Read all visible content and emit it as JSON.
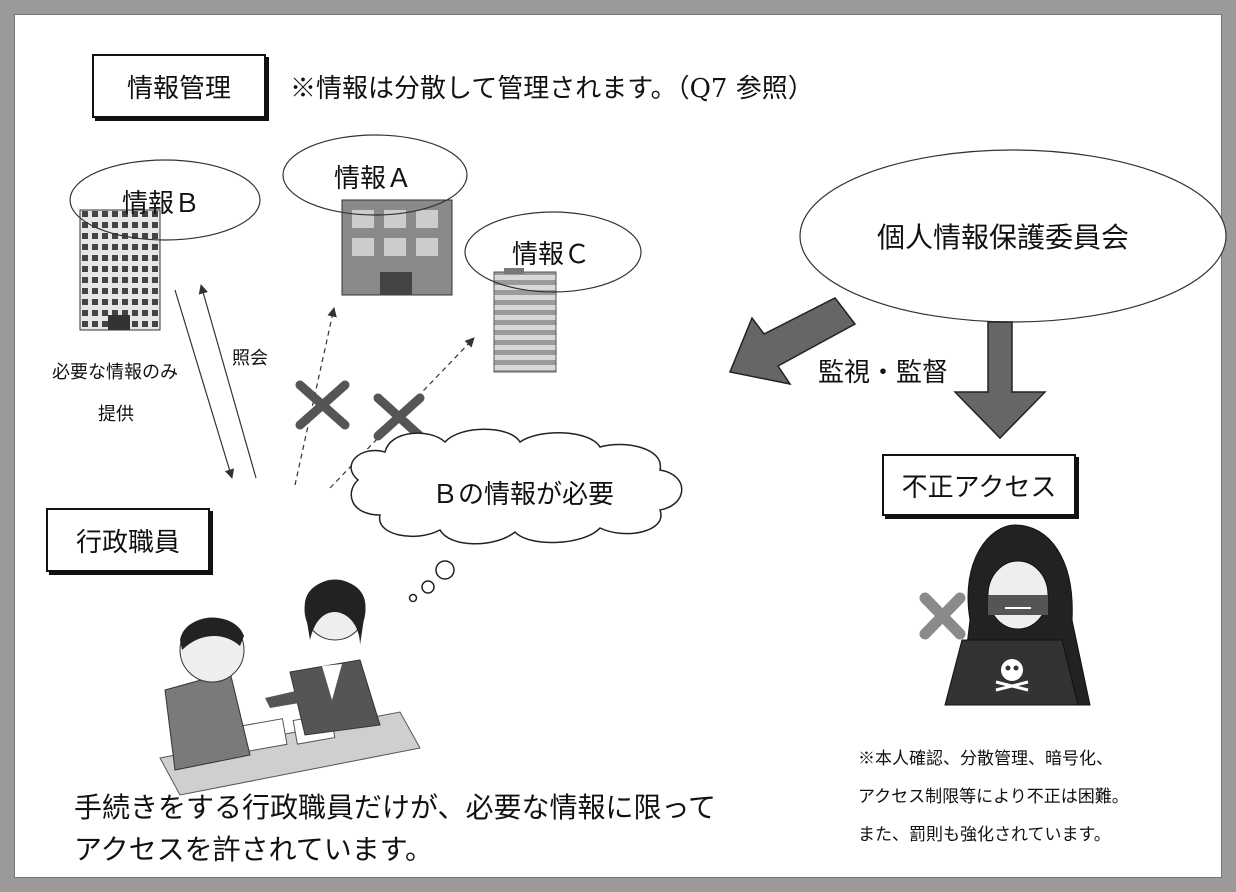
{
  "header": {
    "title_box": "情報管理",
    "note": "※情報は分散して管理されます。（Q7 参照）"
  },
  "info_nodes": {
    "b": "情報Ｂ",
    "a": "情報Ａ",
    "c": "情報Ｃ"
  },
  "committee": {
    "name": "個人情報保護委員会",
    "arrow_label": "監視・監督"
  },
  "flows": {
    "provide_label_line1": "必要な情報のみ",
    "provide_label_line2": "提供",
    "inquiry_label": "照会"
  },
  "thought_bubble": "Ｂの情報が必要",
  "staff_box": "行政職員",
  "illegal_box": "不正アクセス",
  "bottom_left": {
    "line1": "手続きをする行政職員だけが、必要な情報に限って",
    "line2": "アクセスを許されています。"
  },
  "bottom_right": {
    "line1": "※本人確認、分散管理、暗号化、",
    "line2": "アクセス制限等により不正は困難。",
    "line3": "また、罰則も強化されています。"
  },
  "colors": {
    "arrow_gray": "#666666",
    "x_mark": "#555555",
    "hacker_cross": "#8a8a8a"
  }
}
